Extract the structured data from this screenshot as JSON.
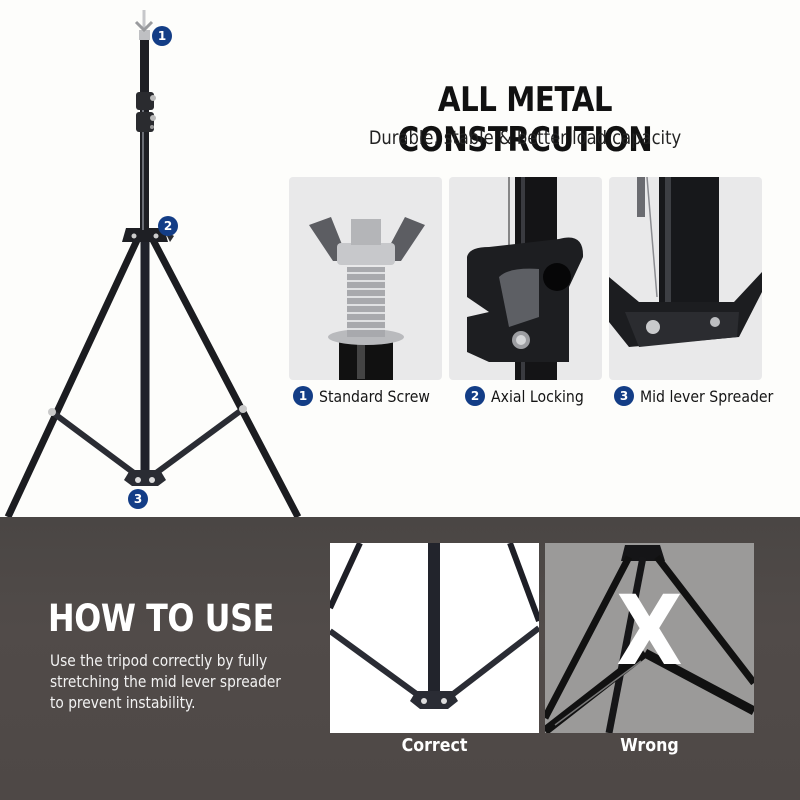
{
  "header": {
    "title": "ALL METAL CONSTRCUTION",
    "subtitle": "Durable, stable & better load capacity"
  },
  "main_image": {
    "callouts": [
      {
        "number": "1",
        "target": "standard-screw"
      },
      {
        "number": "2",
        "target": "axial-locking"
      },
      {
        "number": "3",
        "target": "mid-lever-spreader"
      }
    ]
  },
  "features": [
    {
      "number": "1",
      "label": "Standard Screw"
    },
    {
      "number": "2",
      "label": "Axial Locking"
    },
    {
      "number": "3",
      "label": "Mid lever Spreader"
    }
  ],
  "how_to_use": {
    "title": "HOW TO USE",
    "lines": [
      "Use the tripod correctly by fully",
      "stretching the mid lever spreader",
      "to prevent instability."
    ]
  },
  "comparison": {
    "correct_label": "Correct",
    "wrong_label": "Wrong",
    "wrong_mark": "X"
  },
  "colors": {
    "badge": "#133d86",
    "dark_band": "#4e4846",
    "wrong_panel": "#9b9a99"
  }
}
